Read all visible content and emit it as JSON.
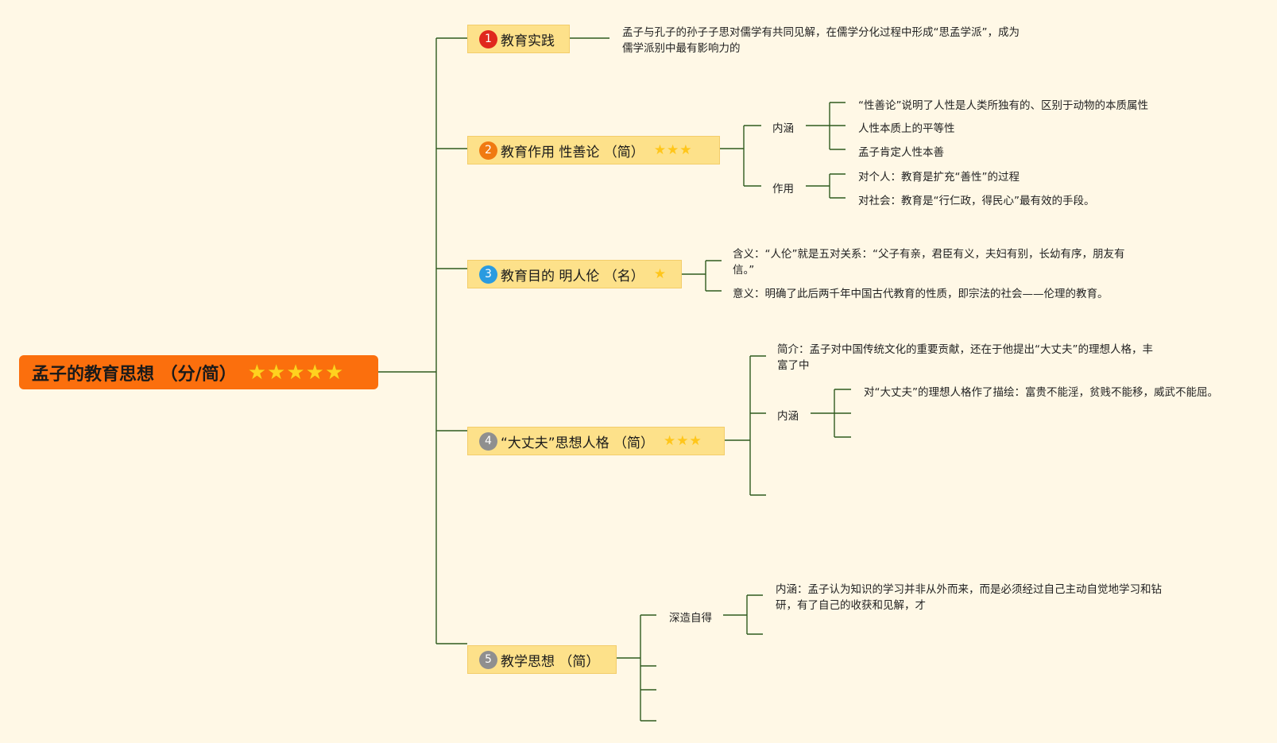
{
  "root": {
    "title": "孟子的教育思想 （分/简）",
    "stars": "★★★★★"
  },
  "topics": [
    {
      "num": "1",
      "badge_color": "#e0281d",
      "title": "教育实践",
      "stars": ""
    },
    {
      "num": "2",
      "badge_color": "#f07a12",
      "title": "教育作用 性善论 （简）",
      "stars": "★★★"
    },
    {
      "num": "3",
      "badge_color": "#2a9be0",
      "title": "教育目的 明人伦 （名）",
      "stars": "★"
    },
    {
      "num": "4",
      "badge_color": "#8f8f8f",
      "title": "“大丈夫”思想人格 （简）",
      "stars": "★★★"
    },
    {
      "num": "5",
      "badge_color": "#8f8f8f",
      "title": "教学思想 （简）",
      "stars": ""
    }
  ],
  "t1": {
    "note": "孟子与孔子的孙子子思对儒学有共同见解，在儒学分化过程中形成“思孟学派”，成为儒学派别中最有影响力的"
  },
  "t2": {
    "neihan": "内涵",
    "neihan_items": [
      "“性善论”说明了人性是人类所独有的、区别于动物的本质属性",
      "人性本质上的平等性",
      "孟子肯定人性本善"
    ],
    "zuoyong": "作用",
    "zuoyong_items": [
      "对个人：教育是扩充“善性”的过程",
      "对社会：教育是“行仁政，得民心”最有效的手段。"
    ]
  },
  "t3": {
    "hanyi": "含义：“人伦”就是五对关系：“父子有亲，君臣有义，夫妇有别，长幼有序，朋友有信。”",
    "yiyi": "意义：明确了此后两千年中国古代教育的性质，即宗法的社会——伦理的教育。"
  },
  "t4": {
    "jianjie": "简介：孟子对中国传统文化的重要贡献，还在于他提出“大丈夫”的理想人格，丰富了中",
    "neihan": "内涵",
    "neihan_item": "对“大丈夫”的理想人格作了描绘：富贵不能淫，贫贱不能移，威武不能屈。"
  },
  "t5": {
    "shenzao": "深造自得",
    "shenzao_note": "内涵：孟子认为知识的学习并非从外而来，而是必须经过自己主动自觉地学习和钻研，有了自己的收获和见解，才"
  }
}
